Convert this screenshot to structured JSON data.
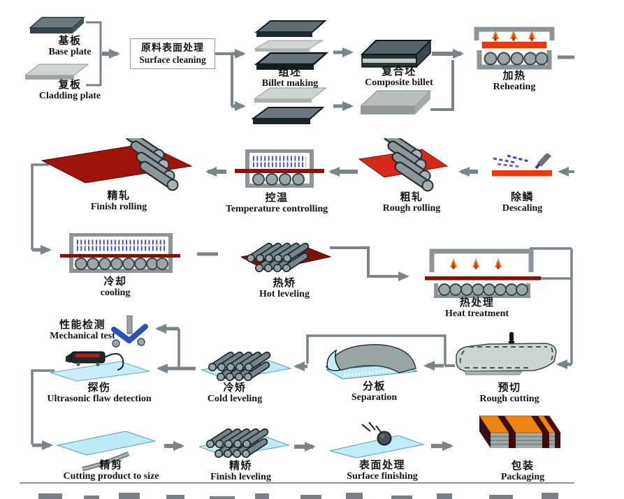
{
  "title": "Clad steel plate production process flow",
  "stations": {
    "base_plate": {
      "cn": "基板",
      "en": "Base plate"
    },
    "cladding_plate": {
      "cn": "复板",
      "en": "Cladding plate"
    },
    "surface_cleaning": {
      "cn": "原料表面处理",
      "en": "Surface cleaning"
    },
    "billet_making": {
      "cn": "组坯",
      "en": "Billet making"
    },
    "composite_billet": {
      "cn": "复合坯",
      "en": "Composite billet"
    },
    "reheating": {
      "cn": "加热",
      "en": "Reheating"
    },
    "descaling": {
      "cn": "除鳞",
      "en": "Descaling"
    },
    "rough_rolling": {
      "cn": "粗轧",
      "en": "Rough rolling"
    },
    "temperature_controlling": {
      "cn": "控温",
      "en": "Temperature controlling"
    },
    "finish_rolling": {
      "cn": "精轧",
      "en": "Finish rolling"
    },
    "cooling": {
      "cn": "冷却",
      "en": "cooling"
    },
    "hot_leveling": {
      "cn": "热矫",
      "en": "Hot leveling"
    },
    "heat_treatment": {
      "cn": "热处理",
      "en": "Heat treatment"
    },
    "rough_cutting": {
      "cn": "预切",
      "en": "Rough cutting"
    },
    "separation": {
      "cn": "分板",
      "en": "Separation"
    },
    "cold_leveling": {
      "cn": "冷矫",
      "en": "Cold leveling"
    },
    "ultrasonic_flaw_detection": {
      "cn": "探伤",
      "en": "Ultrasonic flaw detection"
    },
    "mechanical_test": {
      "cn": "性能检测",
      "en": "Mechanical test"
    },
    "cutting_product_to_size": {
      "cn": "精剪",
      "en": "Cutting product to size"
    },
    "finish_leveling": {
      "cn": "精矫",
      "en": "Finish leveling"
    },
    "surface_finishing": {
      "cn": "表面处理",
      "en": "Surface finishing"
    },
    "packaging": {
      "cn": "包装",
      "en": "Packaging"
    }
  },
  "colors": {
    "connector_gray": "#79858a",
    "furnace_gray": "#8c9698",
    "hot_plate_red": "#e83a0c",
    "rolled_plate_dark_red": "#8b1510",
    "cold_plate_blue": "#bfeaf6",
    "steel_dark": "#5f6b70",
    "steel_light": "#cfd6d1",
    "packaging_orange": "#ef8510",
    "spray_blue": "#3a46c4"
  }
}
